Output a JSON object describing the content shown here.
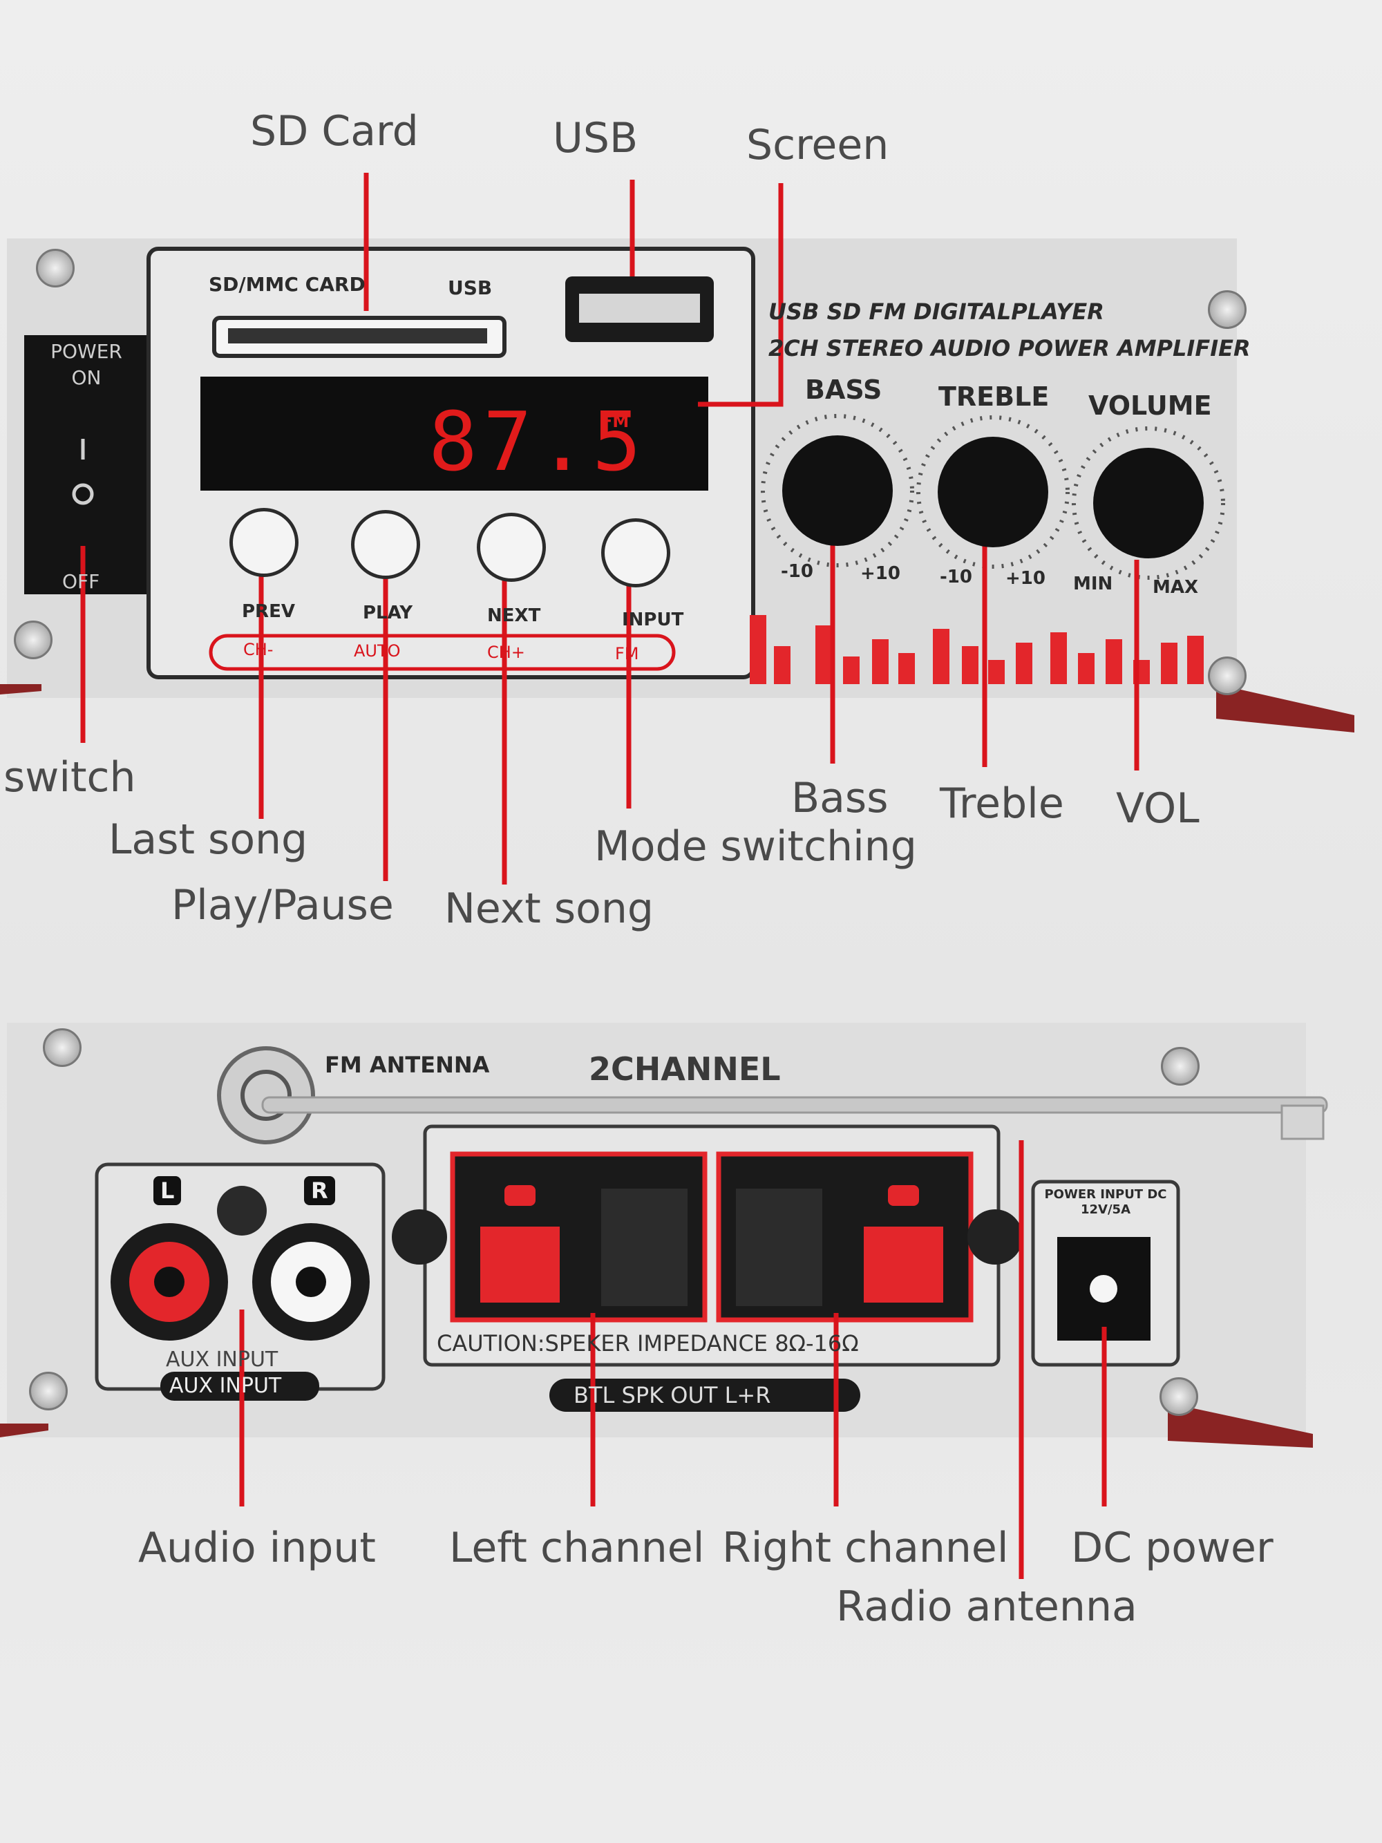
{
  "callouts": {
    "sd_card": "SD Card",
    "usb": "USB",
    "screen": "Screen",
    "switch": "switch",
    "last_song": "Last song",
    "play_pause": "Play/Pause",
    "next_song": "Next song",
    "mode_switching": "Mode switching",
    "bass": "Bass",
    "treble": "Treble",
    "vol": "VOL",
    "audio_input": "Audio input",
    "left_channel": "Left channel",
    "right_channel": "Right channel",
    "radio_antenna": "Radio antenna",
    "dc_power": "DC power"
  },
  "front_panel": {
    "power_label": "POWER ON",
    "off_label": "OFF",
    "card_label": "SD/MMC CARD",
    "usb_label": "USB",
    "title_line1": "USB SD FM DIGITALPLAYER",
    "title_line2": "2CH STEREO AUDIO POWER AMPLIFIER",
    "display_value": "87.5",
    "display_unit": "FM",
    "knobs": {
      "bass": "BASS",
      "treble": "TREBLE",
      "volume": "VOLUME",
      "bass_min": "-10",
      "bass_max": "+10",
      "treble_min": "-10",
      "treble_max": "+10",
      "vol_min": "MIN",
      "vol_max": "MAX"
    },
    "buttons": {
      "prev": "PREV",
      "play": "PLAY",
      "next": "NEXT",
      "input": "INPUT",
      "ch_minus": "CH-",
      "auto": "AUTO",
      "ch_plus": "CH+",
      "fm": "FM"
    }
  },
  "rear_panel": {
    "fm_antenna": "FM ANTENNA",
    "channel": "2CHANNEL",
    "aux_label_top": "AUX INPUT",
    "aux_label_bottom": "AUX INPUT",
    "left": "L",
    "right": "R",
    "caution": "CAUTION:SPEKER IMPEDANCE 8Ω-16Ω",
    "btl": "BTL SPK OUT L+R",
    "power_input": "POWER INPUT DC 12V/5A"
  },
  "colors": {
    "callout_line": "#d9141c",
    "display_red": "#e11b1b",
    "terminal_red": "#e3262b"
  }
}
